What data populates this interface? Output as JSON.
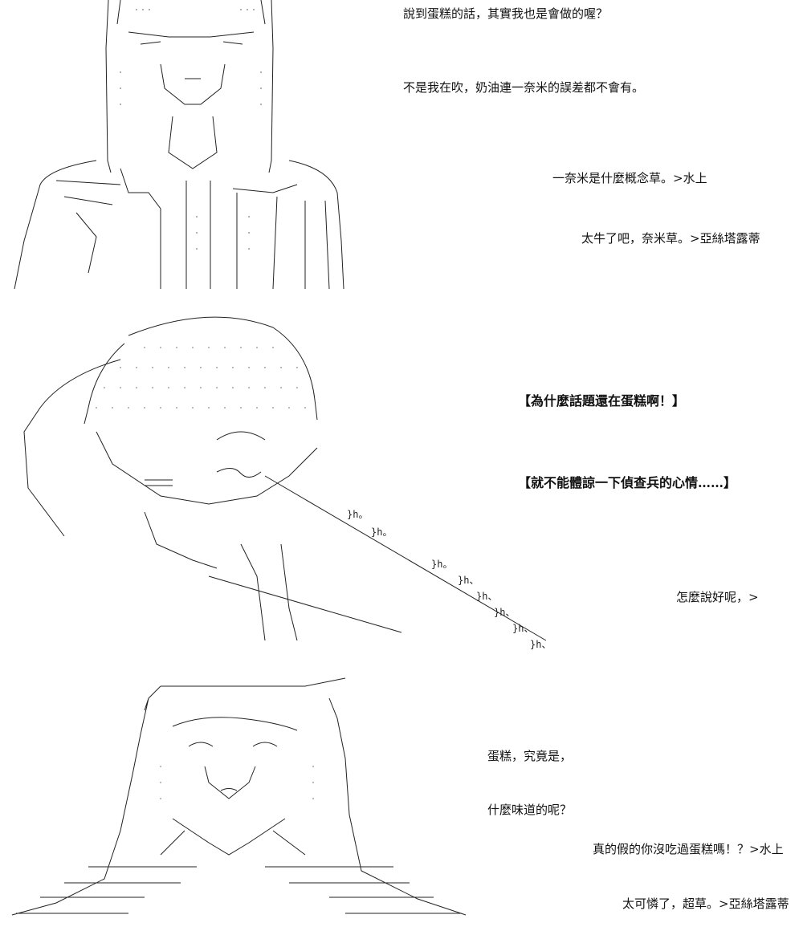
{
  "panels": [
    {
      "lines": [
        "說到蛋糕的話，其實我也是會做的喔？",
        "不是我在吹，奶油連一奈米的誤差都不會有。",
        "一奈米是什麼概念草。>水上",
        "太牛了吧，奈米草。>亞絲塔露蒂"
      ]
    },
    {
      "lines": [
        "【為什麼話題還在蛋糕啊！】",
        "【就不能體諒一下偵查兵的心情……】",
        "怎麼說好呢，>"
      ],
      "sfx": [
        "}h。",
        "}h。",
        "}h。",
        "}h、",
        "}h、",
        "}h、",
        "}h、",
        "}h、"
      ]
    },
    {
      "lines": [
        "蛋糕，究竟是，",
        "什麼味道的呢？",
        "真的假的你沒吃過蛋糕嗎！？>水上",
        "太可憐了，超草。>亞絲塔露蒂"
      ]
    }
  ]
}
